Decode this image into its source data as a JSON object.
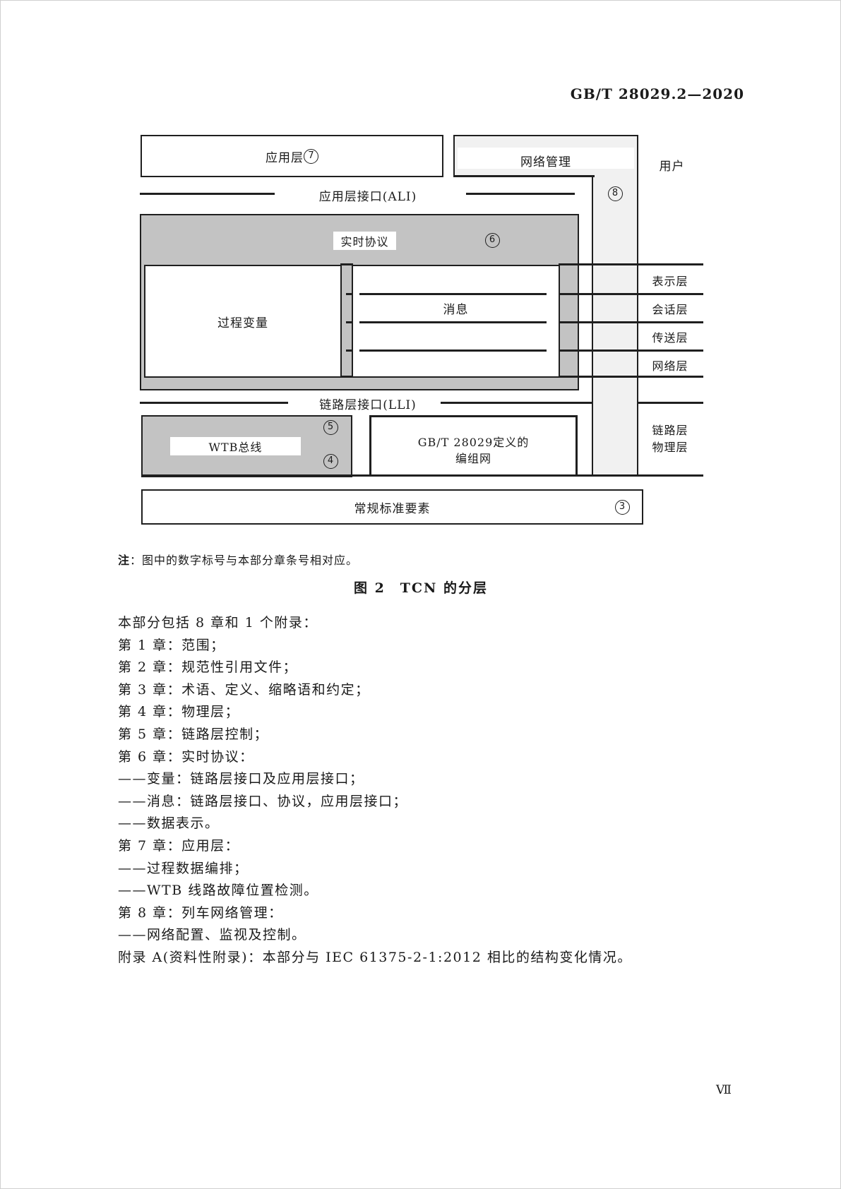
{
  "header": {
    "doc_number": "GB/T 28029.2—2020"
  },
  "figure": {
    "app_layer_label": "应用层",
    "network_mgmt_label": "网络管理",
    "user_label": "用户",
    "ali_label": "应用层接口(ALI)",
    "realtime_label": "实时协议",
    "process_var_label": "过程变量",
    "message_label": "消息",
    "layer_labels": [
      "表示层",
      "会话层",
      "传送层",
      "网络层"
    ],
    "lli_label": "链路层接口(LLI)",
    "wtb_label": "WTB总线",
    "marshalling_line1": "GB/T 28029定义的",
    "marshalling_line2": "编组网",
    "link_layer_label": "链路层",
    "phys_layer_label": "物理层",
    "std_elements_label": "常规标准要素",
    "nums": {
      "n3": "3",
      "n4": "4",
      "n5": "5",
      "n6": "6",
      "n7": "7",
      "n8": "8"
    }
  },
  "note": {
    "label": "注",
    "text": "：图中的数字标号与本部分章条号相对应。"
  },
  "caption": "图 2　TCN 的分层",
  "body": {
    "lines": [
      "本部分包括 8 章和 1 个附录：",
      "第 1 章：范围；",
      "第 2 章：规范性引用文件；",
      "第 3 章：术语、定义、缩略语和约定；",
      "第 4 章：物理层；",
      "第 5 章：链路层控制；",
      "第 6 章：实时协议：",
      "——变量：链路层接口及应用层接口；",
      "——消息：链路层接口、协议，应用层接口；",
      "——数据表示。",
      "第 7 章：应用层：",
      "——过程数据编排；",
      "——WTB 线路故障位置检测。",
      "第 8 章：列车网络管理：",
      "——网络配置、监视及控制。",
      "附录 A(资料性附录)：本部分与 IEC 61375-2-1:2012 相比的结构变化情况。"
    ]
  },
  "page_number": "Ⅶ"
}
